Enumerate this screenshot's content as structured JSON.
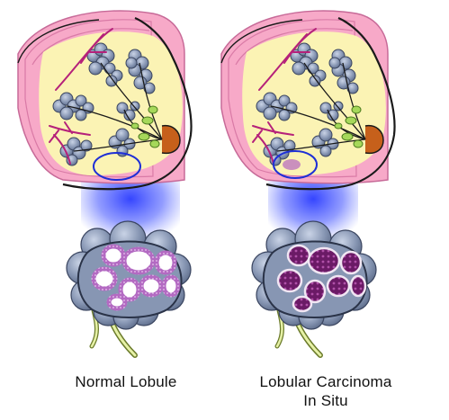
{
  "panels": {
    "left": {
      "caption_lines": [
        "Normal Lobule"
      ]
    },
    "right": {
      "caption_lines": [
        "Lobular Carcinoma",
        "In Situ"
      ]
    }
  },
  "colors": {
    "skin": "#f7a9c8",
    "fat": "#fbf3b4",
    "outline": "#1a1a1a",
    "lobule": "#8796b3",
    "lobule_dark": "#5d6c8a",
    "duct": "#a6d85a",
    "vessel": "#b5217a",
    "nipple": "#c6601b",
    "highlight": "#1e2fd6",
    "normal_lumen": "#ffffff",
    "normal_lining": "#b36ac2",
    "lcis_cells": "#6b1a66"
  },
  "icons": {
    "left": "normal-lobule-illustration",
    "right": "lcis-lobule-illustration"
  }
}
